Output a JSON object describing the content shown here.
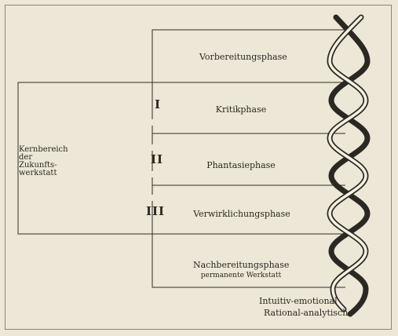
{
  "phases": [
    {
      "label": "Vorbereitungsphase"
    },
    {
      "numeral": "I",
      "label": "Kritikphase"
    },
    {
      "numeral": "II",
      "label": "Phantasiephase"
    },
    {
      "numeral": "III",
      "label": "Verwirklichungsphase"
    },
    {
      "label": "Nachbereitungsphase",
      "sublabel": "permanente Werkstatt"
    }
  ],
  "core": {
    "lines": [
      "Kernbereich",
      "der",
      "Zukunfts-",
      "werkstatt"
    ]
  },
  "helix": {
    "strand_top_label": "Intuitiv-emotional",
    "strand_bottom_label": "Rational-analytisch"
  }
}
